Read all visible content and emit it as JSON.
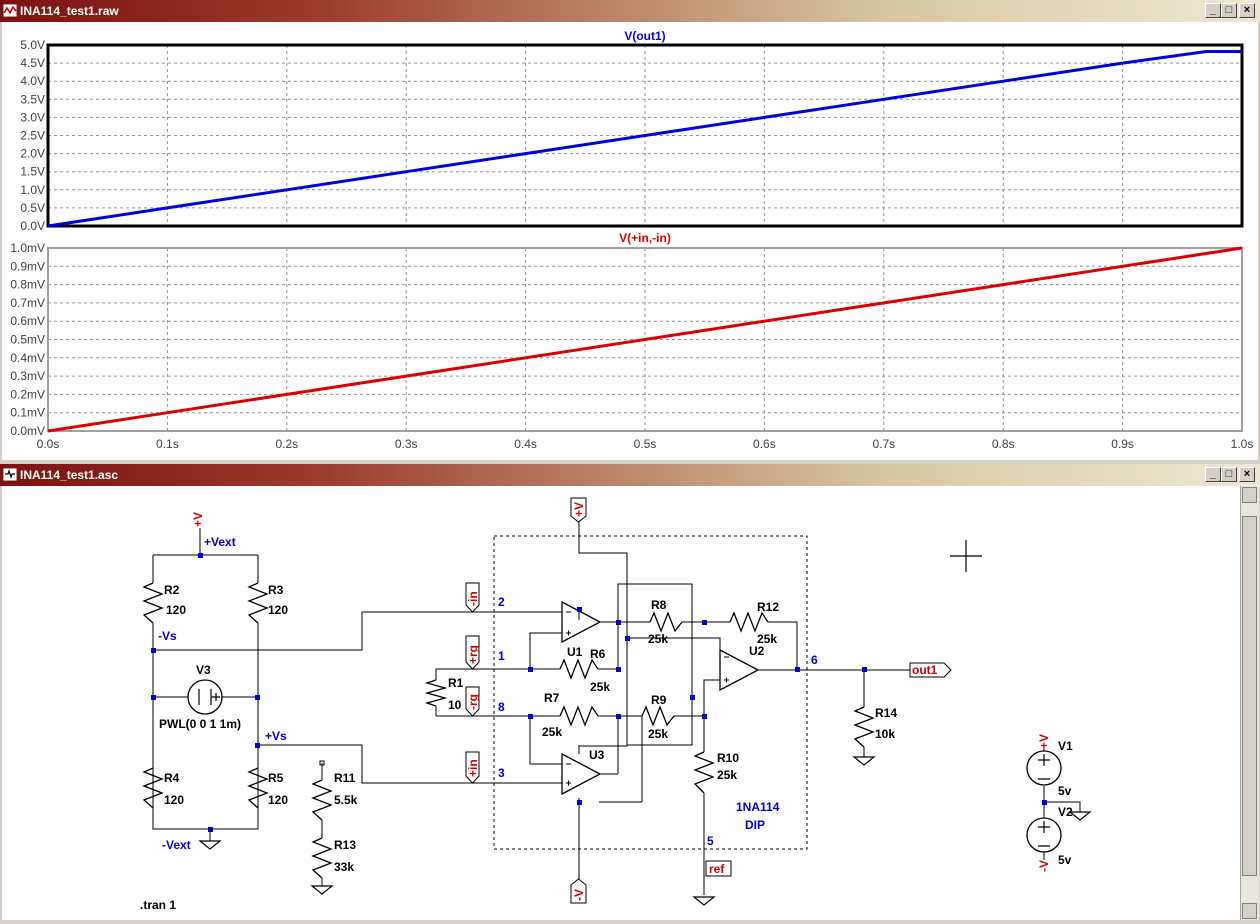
{
  "waveform_window": {
    "title": "INA114_test1.raw",
    "buttons": {
      "minimize": "_",
      "maximize": "□",
      "close": "×"
    },
    "panes": [
      {
        "trace": "V(out1)",
        "color": "#0000dd",
        "y_ticks": [
          "0.0V",
          "0.5V",
          "1.0V",
          "1.5V",
          "2.0V",
          "2.5V",
          "3.0V",
          "3.5V",
          "4.0V",
          "4.5V",
          "5.0V"
        ],
        "ylim": [
          0,
          5
        ]
      },
      {
        "trace": "V(+in,-in)",
        "color": "#dd0000",
        "y_ticks": [
          "0.0mV",
          "0.1mV",
          "0.2mV",
          "0.3mV",
          "0.4mV",
          "0.5mV",
          "0.6mV",
          "0.7mV",
          "0.8mV",
          "0.9mV",
          "1.0mV"
        ],
        "ylim": [
          0,
          1
        ]
      }
    ],
    "x_ticks": [
      "0.0s",
      "0.1s",
      "0.2s",
      "0.3s",
      "0.4s",
      "0.5s",
      "0.6s",
      "0.7s",
      "0.8s",
      "0.9s",
      "1.0s"
    ]
  },
  "chart_data": [
    {
      "type": "line",
      "title": "V(out1)",
      "x": [
        0,
        0.1,
        0.2,
        0.3,
        0.4,
        0.5,
        0.6,
        0.7,
        0.8,
        0.9,
        0.97,
        1.0
      ],
      "series": [
        {
          "name": "V(out1)",
          "values": [
            0,
            0.5,
            1.0,
            1.5,
            2.0,
            2.5,
            3.0,
            3.5,
            4.0,
            4.5,
            4.82,
            4.82
          ]
        }
      ],
      "ylim": [
        0,
        5
      ],
      "xlim": [
        0,
        1
      ],
      "grid": true
    },
    {
      "type": "line",
      "title": "V(+in,-in)",
      "x": [
        0,
        0.1,
        0.2,
        0.3,
        0.4,
        0.5,
        0.6,
        0.7,
        0.8,
        0.9,
        1.0
      ],
      "series": [
        {
          "name": "V(+in,-in)",
          "values": [
            0,
            0.1,
            0.2,
            0.3,
            0.4,
            0.5,
            0.6,
            0.7,
            0.8,
            0.9,
            1.0
          ]
        }
      ],
      "ylim": [
        0,
        1
      ],
      "xlim": [
        0,
        1
      ],
      "grid": true
    }
  ],
  "schematic_window": {
    "title": "INA114_test1.asc",
    "buttons": {
      "minimize": "_",
      "maximize": "□",
      "close": "×"
    },
    "nets": {
      "pos_v_top": "+V",
      "pos_vext": "+Vext",
      "neg_vs": "-Vs",
      "pos_vs": "+Vs",
      "neg_vext": "-Vext",
      "neg_in": "-in",
      "pos_rg": "+rg",
      "neg_rg": "-rg",
      "pos_in": "+in",
      "pos_v_amp": "+V",
      "neg_v_amp": "-V",
      "ref": "ref",
      "out1": "out1",
      "pos_v_supply": "+V",
      "neg_v_supply": "-V"
    },
    "pins": {
      "p2": "2",
      "p1": "1",
      "p8": "8",
      "p3": "3",
      "p6": "6",
      "p5": "5"
    },
    "components": {
      "R2": "R2",
      "R2v": "120",
      "R3": "R3",
      "R3v": "120",
      "R4": "R4",
      "R4v": "120",
      "R5": "R5",
      "R5v": "120",
      "V3": "V3",
      "V3v": "PWL(0 0 1 1m)",
      "R11": "R11",
      "R11v": "5.5k",
      "R13": "R13",
      "R13v": "33k",
      "R1": "R1",
      "R1v": "10",
      "U1": "U1",
      "U2": "U2",
      "U3": "U3",
      "R6": "R6",
      "R6v": "25k",
      "R7": "R7",
      "R7v": "25k",
      "R8": "R8",
      "R8v": "25k",
      "R9": "R9",
      "R9v": "25k",
      "R10": "R10",
      "R10v": "25k",
      "R12": "R12",
      "R12v": "25k",
      "R14": "R14",
      "R14v": "10k",
      "V1": "V1",
      "V1v": "5v",
      "V2": "V2",
      "V2v": "5v"
    },
    "block_label": [
      "1NA114",
      "DIP"
    ],
    "directive": ".tran 1",
    "colors": {
      "net_label": "#cc0000",
      "wire": "#000000",
      "annotation": "#0000cc",
      "box": "#000000"
    }
  }
}
